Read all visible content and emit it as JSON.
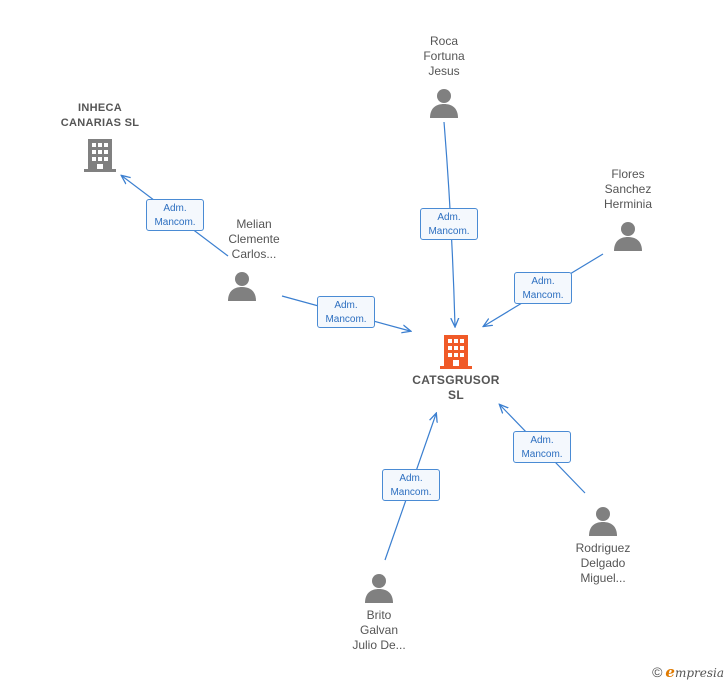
{
  "colors": {
    "edge": "#3b7fd0",
    "person": "#808080",
    "company": "#808080",
    "focus_company": "#f05a28"
  },
  "nodes": {
    "inheca": {
      "label": "INHECA\nCANARIAS  SL",
      "icon": "building-icon"
    },
    "roca": {
      "label": "Roca\nFortuna\nJesus",
      "icon": "person-icon"
    },
    "flores": {
      "label": "Flores\nSanchez\nHerminia",
      "icon": "person-icon"
    },
    "melian": {
      "label": "Melian\nClemente\nCarlos...",
      "icon": "person-icon"
    },
    "catsgrusor": {
      "label": "CATSGRUSOR\nSL",
      "icon": "building-icon"
    },
    "rodriguez": {
      "label": "Rodriguez\nDelgado\nMiguel...",
      "icon": "person-icon"
    },
    "brito": {
      "label": "Brito\nGalvan\nJulio De...",
      "icon": "person-icon"
    }
  },
  "edge_label": {
    "line1": "Adm.",
    "line2": "Mancom."
  },
  "footer": {
    "copyright": "©",
    "brand_initial": "e",
    "brand_rest": "mpresia"
  }
}
